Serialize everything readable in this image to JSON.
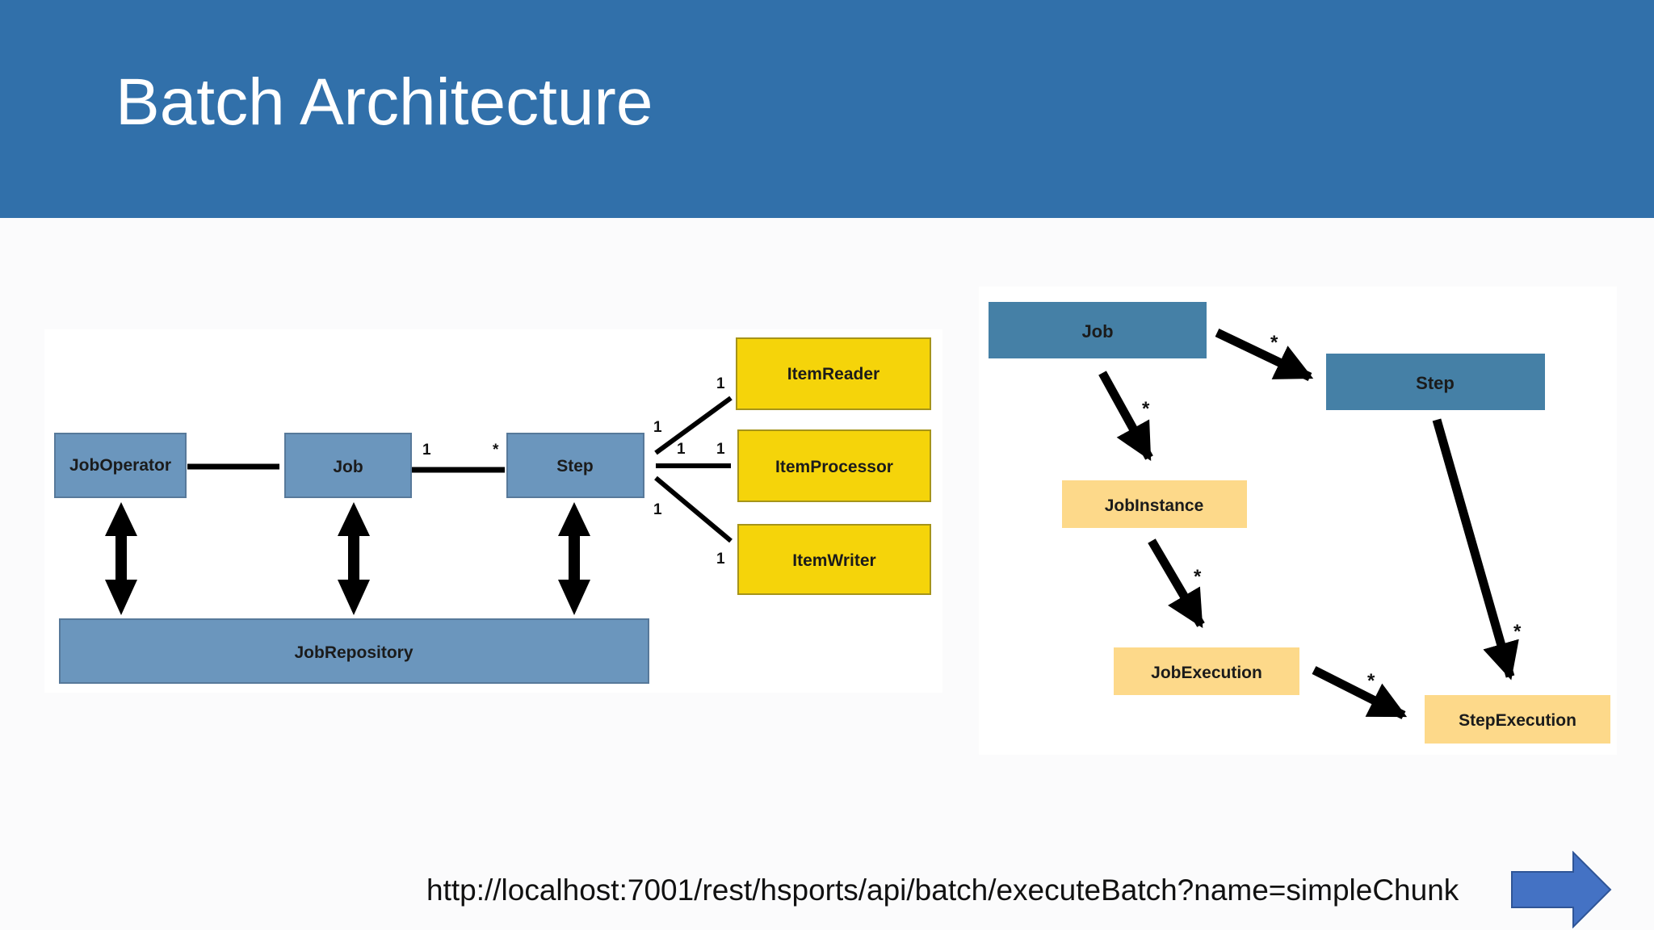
{
  "slide": {
    "title": "Batch Architecture"
  },
  "left_diagram": {
    "job_operator": "JobOperator",
    "job": "Job",
    "step": "Step",
    "job_repository": "JobRepository",
    "item_reader": "ItemReader",
    "item_processor": "ItemProcessor",
    "item_writer": "ItemWriter",
    "mult_one": "1",
    "mult_many": "*"
  },
  "right_diagram": {
    "job": "Job",
    "step": "Step",
    "job_instance": "JobInstance",
    "job_execution": "JobExecution",
    "step_execution": "StepExecution",
    "mult_many": "*"
  },
  "footer": {
    "url": "http://localhost:7001/rest/hsports/api/batch/executeBatch?name=simpleChunk",
    "next_icon": "right-arrow-icon"
  },
  "colors": {
    "header": "#3170aa",
    "steel_box": "#6b96bd",
    "yellow_box": "#f5d40a",
    "teal_box": "#4580a6",
    "peach_box": "#fdd98a",
    "next_arrow": "#4472c4"
  }
}
